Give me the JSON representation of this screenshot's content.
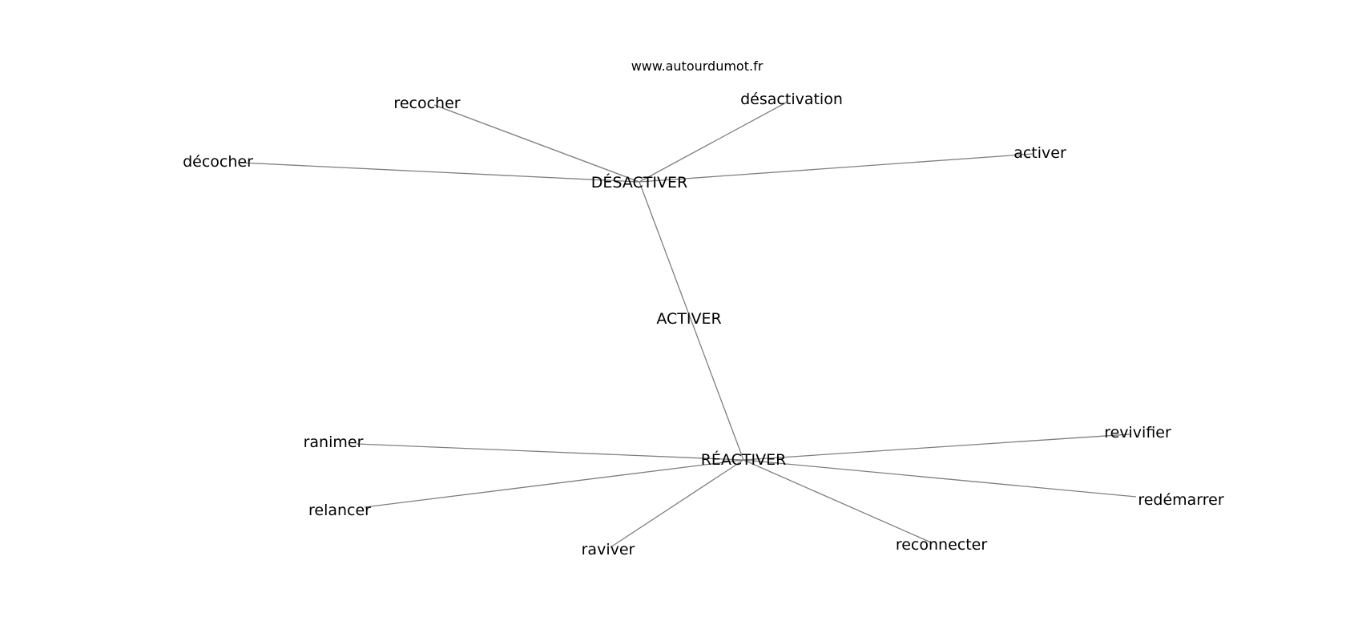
{
  "site": "www.autourdumot.fr",
  "colors": {
    "edge": "#7f7f7f",
    "text": "#000000",
    "background": "#ffffff"
  },
  "nodes": [
    {
      "id": "activer_center",
      "label": "ACTIVER"
    },
    {
      "id": "desactiver",
      "label": "DÉSACTIVER"
    },
    {
      "id": "reactiver",
      "label": "RÉACTIVER"
    },
    {
      "id": "recocher",
      "label": "recocher"
    },
    {
      "id": "desactivation",
      "label": "désactivation"
    },
    {
      "id": "activer",
      "label": "activer"
    },
    {
      "id": "decocher",
      "label": "décocher"
    },
    {
      "id": "ranimer",
      "label": "ranimer"
    },
    {
      "id": "relancer",
      "label": "relancer"
    },
    {
      "id": "raviver",
      "label": "raviver"
    },
    {
      "id": "reconnecter",
      "label": "reconnecter"
    },
    {
      "id": "redemarrer",
      "label": "redémarrer"
    },
    {
      "id": "revivifier",
      "label": "revivifier"
    }
  ],
  "edges": [
    [
      "desactiver",
      "reactiver"
    ],
    [
      "desactiver",
      "recocher"
    ],
    [
      "desactiver",
      "desactivation"
    ],
    [
      "desactiver",
      "activer"
    ],
    [
      "desactiver",
      "decocher"
    ],
    [
      "reactiver",
      "ranimer"
    ],
    [
      "reactiver",
      "relancer"
    ],
    [
      "reactiver",
      "raviver"
    ],
    [
      "reactiver",
      "reconnecter"
    ],
    [
      "reactiver",
      "redemarrer"
    ],
    [
      "reactiver",
      "revivifier"
    ]
  ]
}
